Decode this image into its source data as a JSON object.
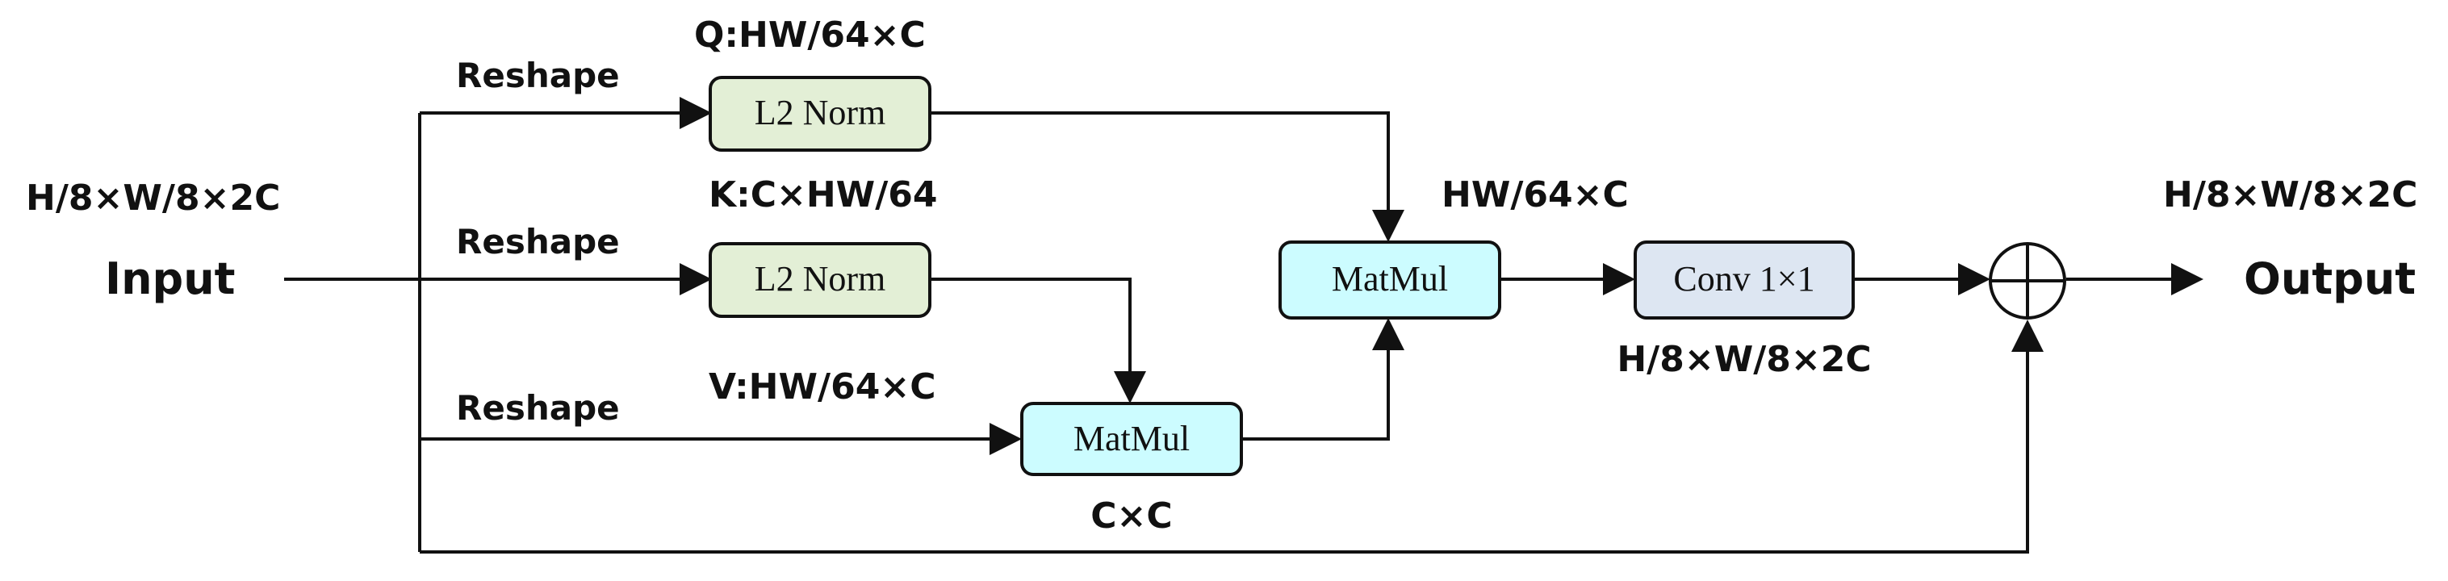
{
  "diagram": {
    "input": {
      "label": "Input",
      "shape": "H/8×W/8×2C"
    },
    "output": {
      "label": "Output",
      "shape": "H/8×W/8×2C"
    },
    "reshape_labels": [
      "Reshape",
      "Reshape",
      "Reshape"
    ],
    "q": {
      "label": "Q:HW/64×C",
      "box": "L2 Norm"
    },
    "k": {
      "label": "K:C×HW/64",
      "box": "L2 Norm"
    },
    "v": {
      "label": "V:HW/64×C"
    },
    "matmul_kv": {
      "box": "MatMul",
      "shape": "C×C"
    },
    "matmul_q": {
      "box": "MatMul",
      "shape": "HW/64×C"
    },
    "conv": {
      "box": "Conv 1×1",
      "shape": "H/8×W/8×2C"
    },
    "add": {
      "symbol": "⊕"
    },
    "colors": {
      "l2norm_fill": "#e3efd6",
      "matmul_fill": "#ccfcff",
      "conv_fill": "#dde6f2",
      "stroke": "#111111"
    }
  }
}
